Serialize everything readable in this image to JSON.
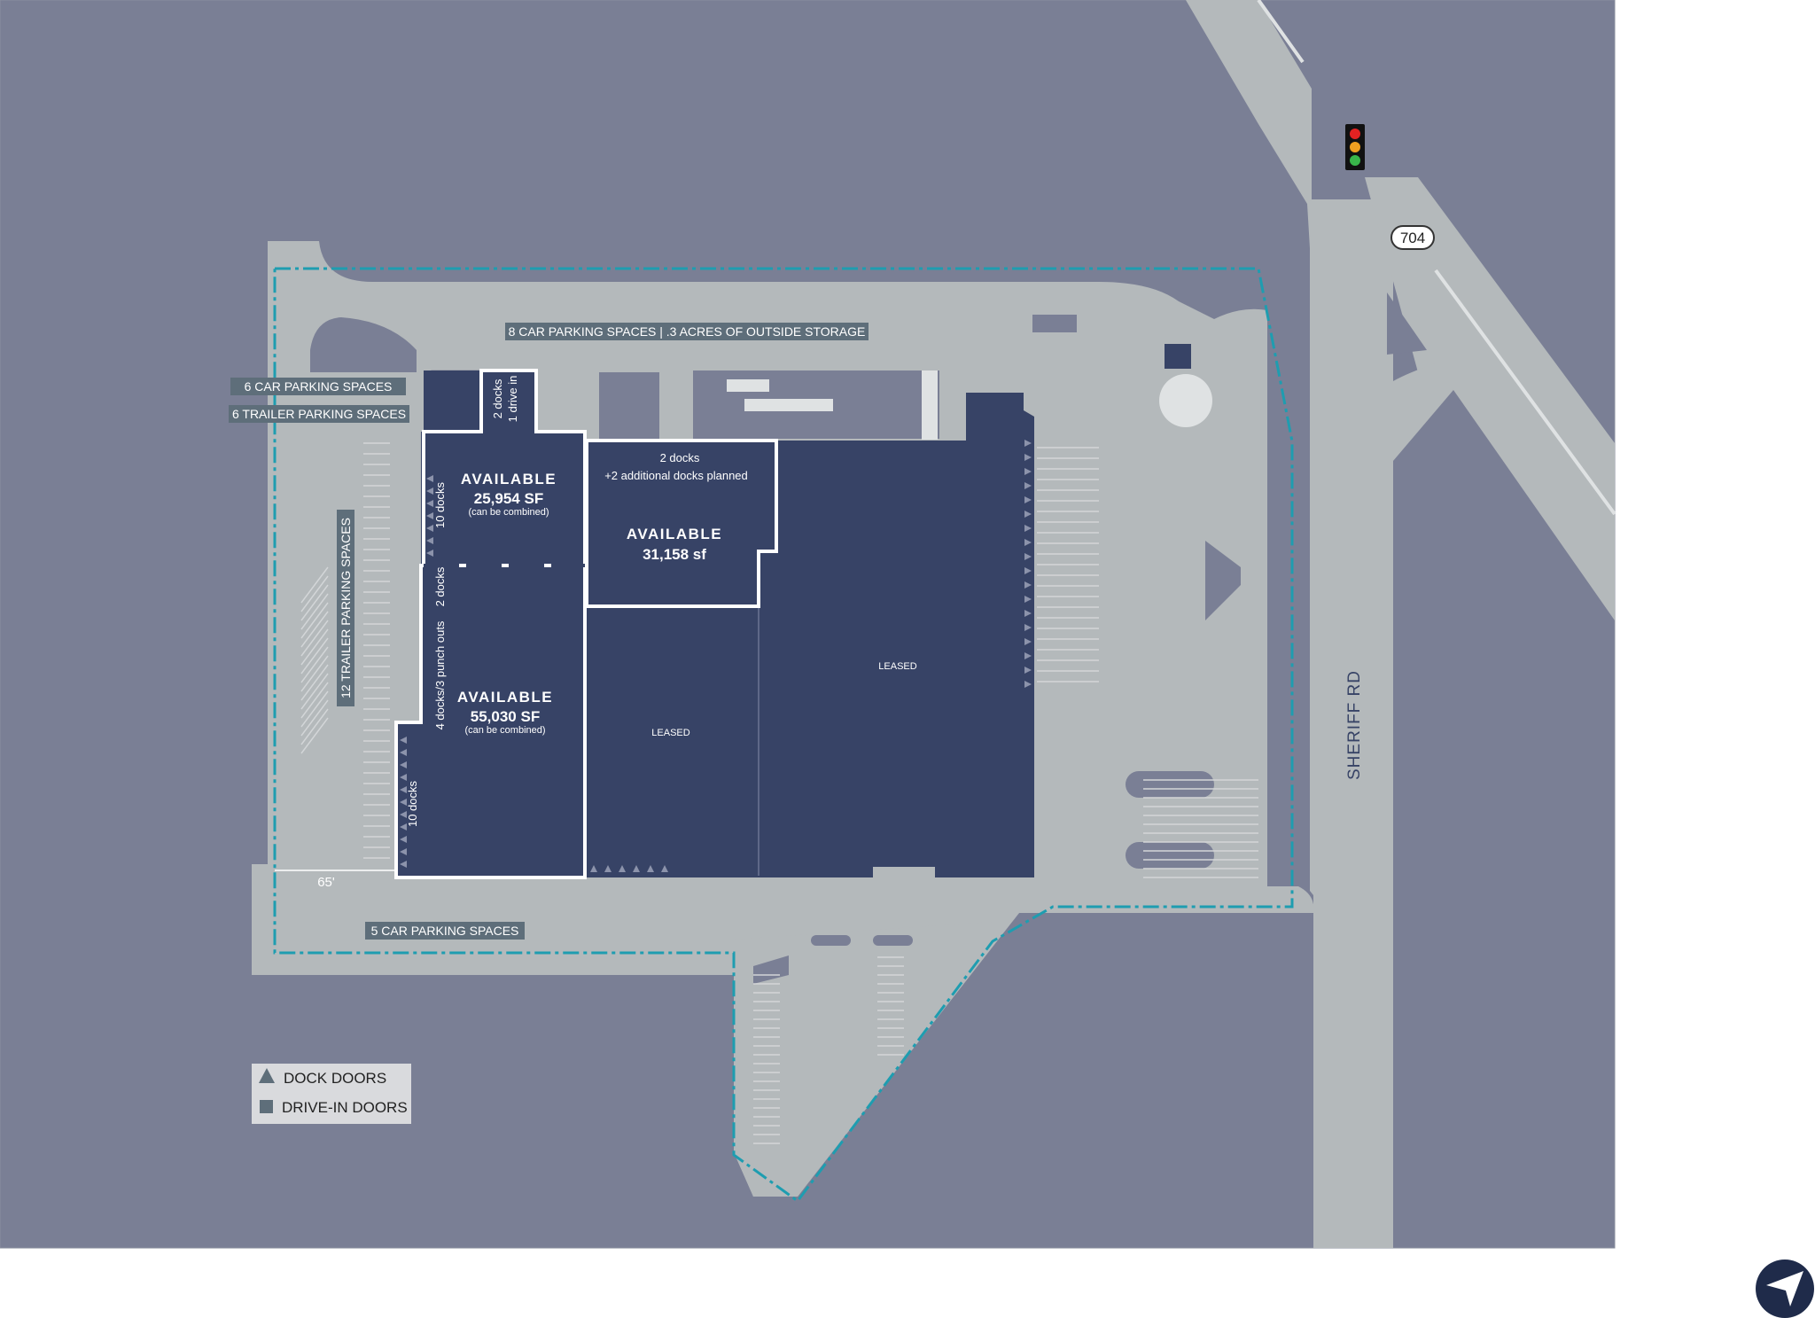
{
  "colors": {
    "ground": "#7a7f95",
    "pavement": "#b4b9bb",
    "building": "#374366",
    "outline": "#ffffff",
    "boundary": "#1e9db0",
    "callout_bg": "#5e6e7a",
    "callout_text": "#ffffff",
    "legend_bg": "#d9dadd"
  },
  "callouts": {
    "car_parking_8": "8 CAR PARKING SPACES  |  .3 ACRES OF OUTSIDE STORAGE",
    "car_parking_6": "6 CAR PARKING SPACES",
    "trailer_parking_6": "6 TRAILER PARKING SPACES",
    "trailer_parking_12": "12 TRAILER PARKING SPACES",
    "car_parking_5": "5 CAR PARKING SPACES"
  },
  "suites": {
    "suite_a": {
      "status": "AVAILABLE",
      "area": "25,954 SF",
      "note": "(can be combined)"
    },
    "suite_b": {
      "status": "AVAILABLE",
      "area": "55,030 SF",
      "note": "(can be combined)"
    },
    "suite_c": {
      "status": "AVAILABLE",
      "area": "31,158 sf",
      "docks": "2 docks",
      "docks_planned": "+2 additional docks planned"
    },
    "leased_1": "LEASED",
    "leased_2": "LEASED"
  },
  "dock_labels": {
    "top_a": "2 docks",
    "top_b": "1 drive in",
    "left_upper": "10 docks",
    "left_mid": "2 docks",
    "left_punch": "4 docks/3 punch outs",
    "left_lower": "10 docks"
  },
  "dimension": "65'",
  "road": {
    "name": "SHERIFF RD",
    "route": "704"
  },
  "legend": {
    "dock": "DOCK DOORS",
    "drive_in": "DRIVE-IN DOORS"
  },
  "icons": [
    "traffic-light-icon",
    "north-arrow-icon",
    "triangle-icon",
    "square-icon"
  ]
}
